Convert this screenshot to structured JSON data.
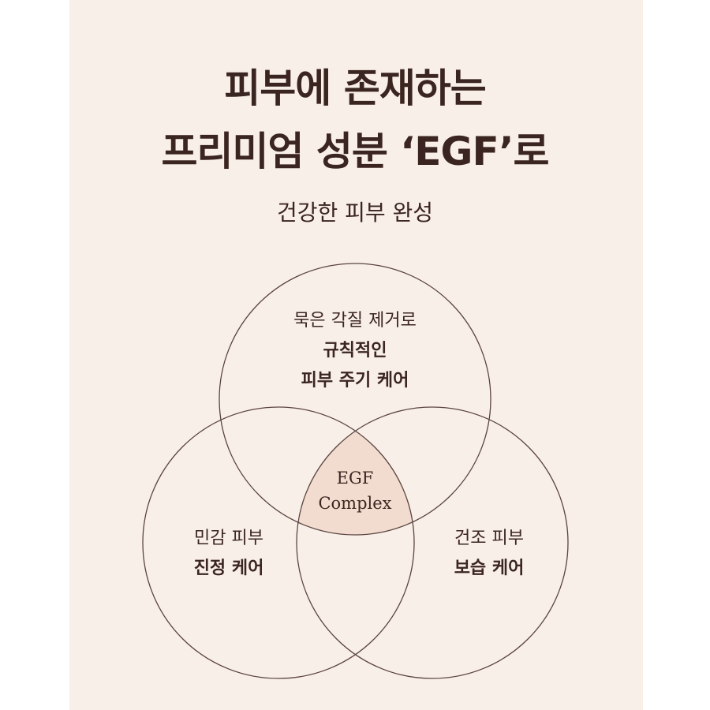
{
  "headline": {
    "line1": "피부에 존재하는",
    "line2": "프리미엄 성분 ‘EGF’로"
  },
  "subtitle": "건강한 피부 완성",
  "diagram": {
    "center": {
      "line1": "EGF",
      "line2": "Complex"
    },
    "top": {
      "line1": "묵은 각질 제거로",
      "line2": "규칙적인",
      "line3": "피부 주기 케어"
    },
    "left": {
      "line1": "민감 피부",
      "line2": "진정 케어"
    },
    "right": {
      "line1": "건조 피부",
      "line2": "보습 케어"
    },
    "colors": {
      "stroke": "#5a4440",
      "intersection": "#f1dccf",
      "background": "#f9efe9",
      "text": "#3b2520"
    }
  }
}
